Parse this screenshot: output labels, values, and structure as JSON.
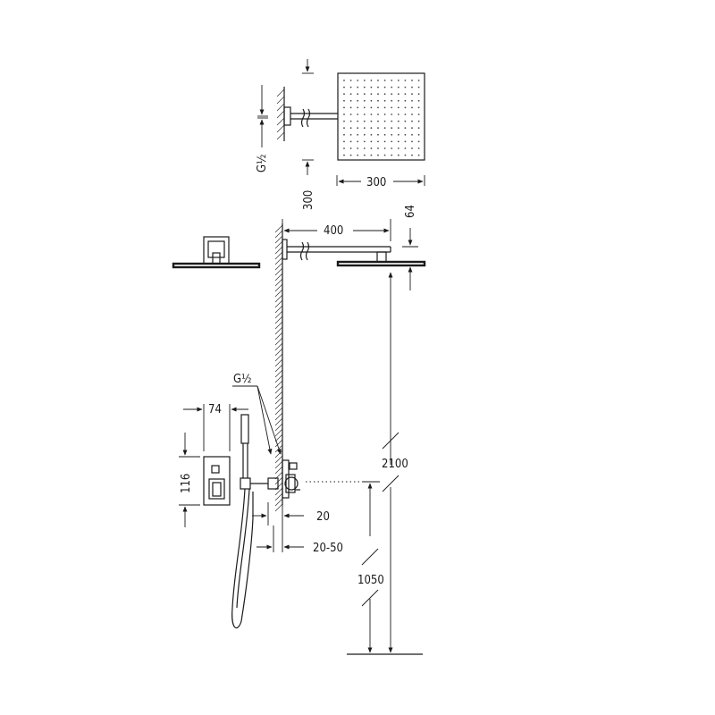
{
  "dimensions": {
    "thread_top": "G½",
    "head_height": "300",
    "head_width": "300",
    "arm_length": "400",
    "arm_drop": "64",
    "thread_mixer": "G½",
    "plate_width": "74",
    "plate_height": "116",
    "offset_20": "20",
    "offset_20_50": "20-50",
    "height_total": "2100",
    "height_mixer": "1050"
  },
  "colors": {
    "line": "#1a1a1a",
    "background": "#ffffff"
  }
}
